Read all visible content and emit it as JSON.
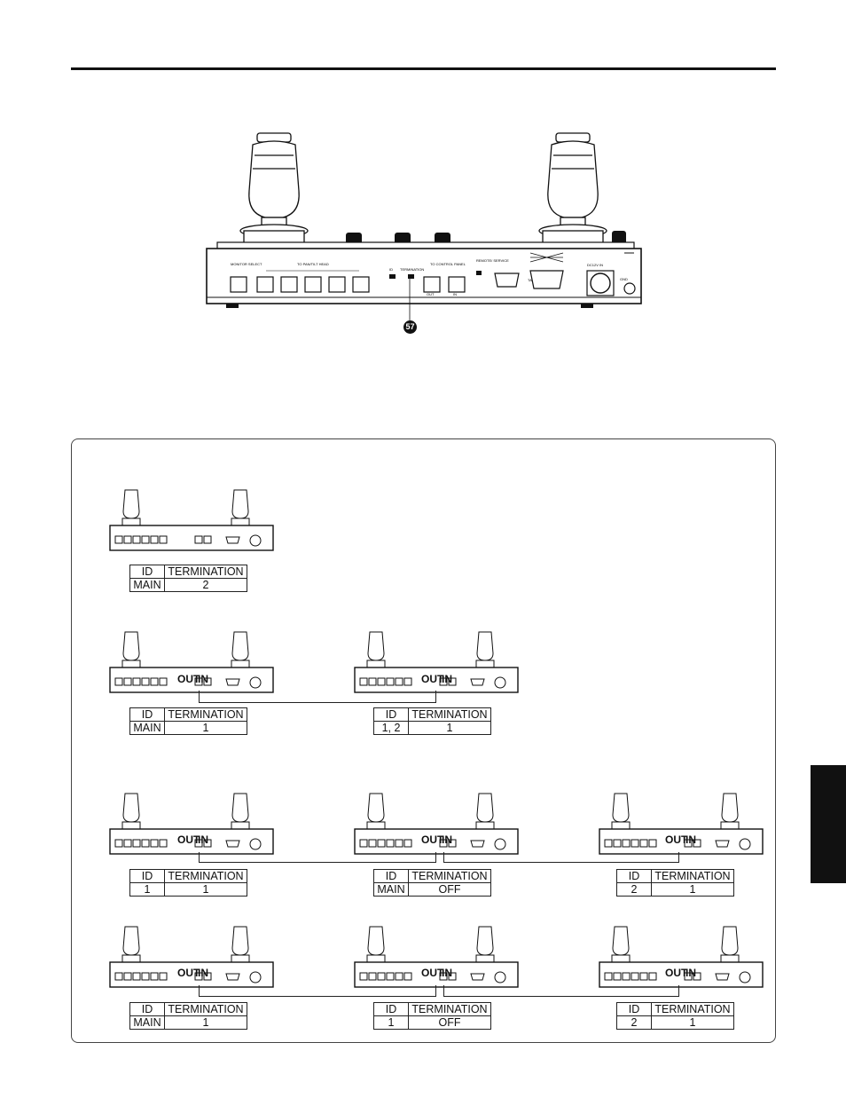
{
  "callout": {
    "number": "57"
  },
  "panel_labels": {
    "monitor_select": "MONITOR SELECT",
    "to_pan_tilt_head": "TO PAN/TILT HEAD",
    "to_control_panel": "TO CONTROL PANEL",
    "remote_service": "REMOTE/ SERVICE",
    "tally_incom": "TALLY/INCOM",
    "dc_in": "DC12V IN",
    "id": "ID",
    "termination": "TERMINATION",
    "out": "OUT",
    "in": "IN",
    "gnd": "GND"
  },
  "connector_labels": {
    "out": "OUT",
    "in": "IN"
  },
  "table_header": {
    "id": "ID",
    "termination": "TERMINATION"
  },
  "tables": [
    {
      "id": "MAIN",
      "termination": "2"
    },
    {
      "id": "MAIN",
      "termination": "1"
    },
    {
      "id": "1, 2",
      "termination": "1"
    },
    {
      "id": "1",
      "termination": "1"
    },
    {
      "id": "MAIN",
      "termination": "OFF"
    },
    {
      "id": "2",
      "termination": "1"
    },
    {
      "id": "MAIN",
      "termination": "1"
    },
    {
      "id": "1",
      "termination": "OFF"
    },
    {
      "id": "2",
      "termination": "1"
    }
  ]
}
